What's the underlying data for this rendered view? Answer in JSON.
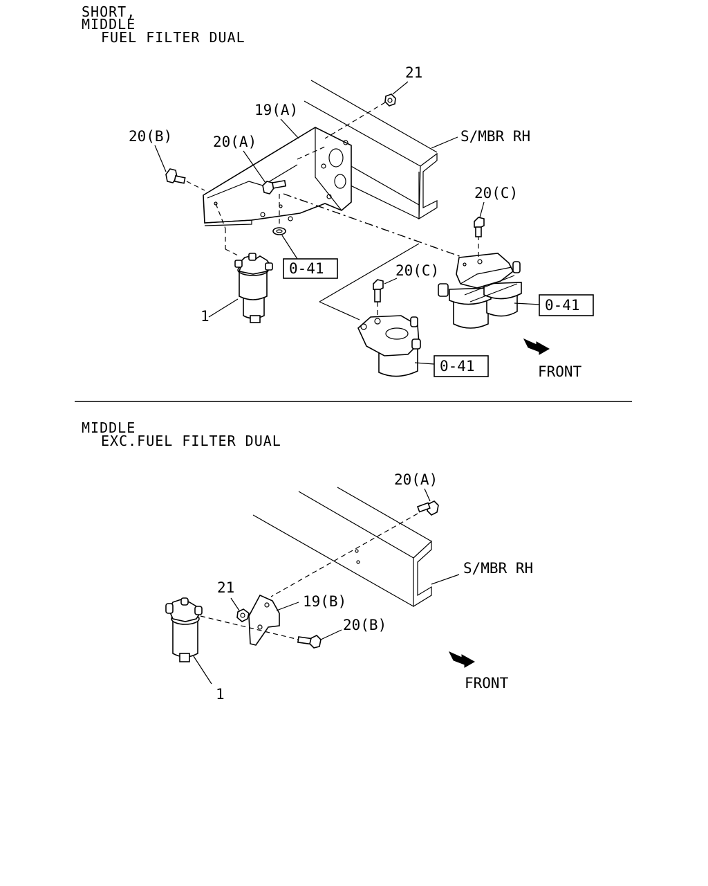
{
  "section_top": {
    "header": [
      "SHORT,",
      "MIDDLE",
      "FUEL FILTER DUAL"
    ],
    "labels": {
      "p21": "21",
      "p19a": "19(A)",
      "p20b": "20(B)",
      "p20a": "20(A)",
      "smbr": "S/MBR RH",
      "p20c_right": "20(C)",
      "p20c_mid": "20(C)",
      "p1": "1",
      "ref_left": "0-41",
      "ref_right": "0-41",
      "ref_mid": "0-41",
      "front": "FRONT"
    }
  },
  "section_bottom": {
    "header": [
      "MIDDLE",
      "EXC.FUEL FILTER DUAL"
    ],
    "labels": {
      "p20a": "20(A)",
      "smbr": "S/MBR RH",
      "p21": "21",
      "p19b": "19(B)",
      "p20b": "20(B)",
      "p1": "1",
      "front": "FRONT"
    }
  }
}
